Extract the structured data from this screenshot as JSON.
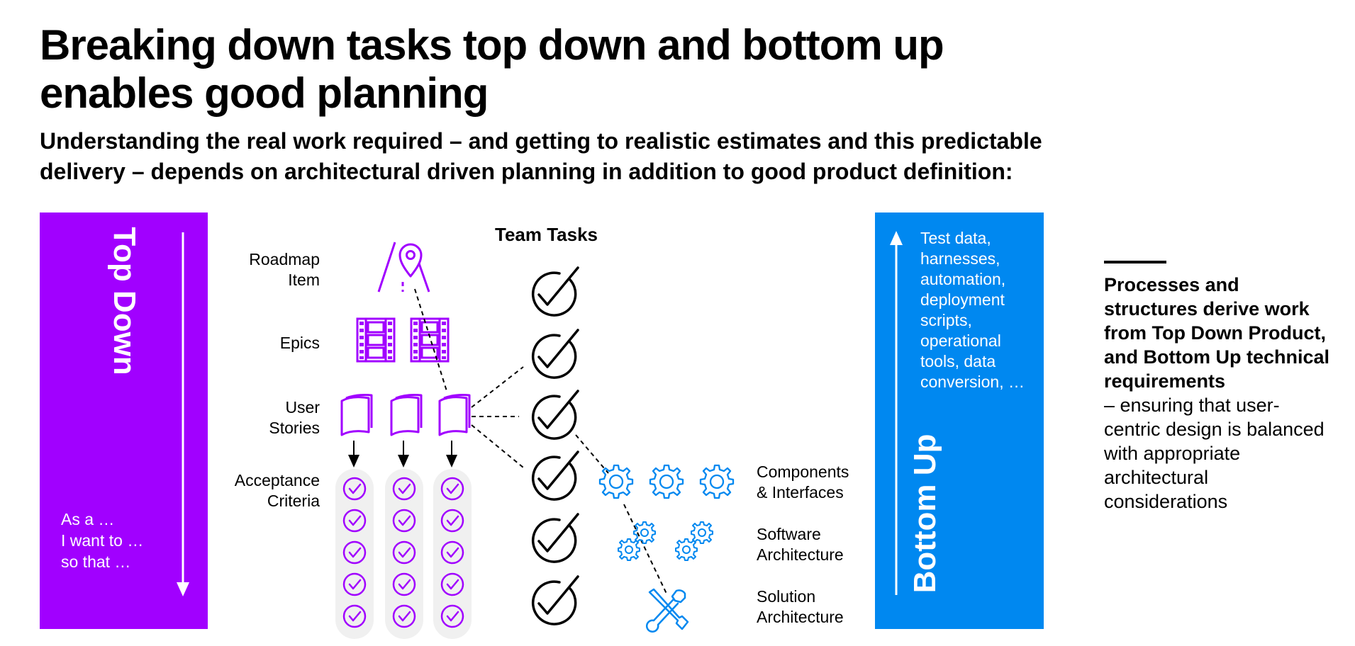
{
  "header": {
    "title_line1": "Breaking down tasks top down and bottom up",
    "title_line2": "enables good planning",
    "subtitle_line1": "Understanding the real work required – and getting to realistic estimates and this predictable",
    "subtitle_line2": "delivery – depends on architectural driven planning in addition to good product definition:"
  },
  "top_down": {
    "label": "Top Down",
    "color": "#a100ff",
    "story_lines": [
      "As a …",
      "I want to …",
      "so that …"
    ]
  },
  "bottom_up": {
    "label": "Bottom Up",
    "color": "#0088f0",
    "items": [
      "Test data,",
      "harnesses,",
      "automation,",
      "deployment",
      "scripts,",
      "operational",
      "tools, data",
      "conversion, …"
    ]
  },
  "left_labels": {
    "roadmap": [
      "Roadmap",
      "Item"
    ],
    "epics": [
      "Epics"
    ],
    "user_stories": [
      "User",
      "Stories"
    ],
    "acceptance": [
      "Acceptance",
      "Criteria"
    ]
  },
  "team_tasks": {
    "title": "Team Tasks"
  },
  "right_labels": {
    "components": [
      "Components",
      "& Interfaces"
    ],
    "software": [
      "Software",
      "Architecture"
    ],
    "solution": [
      "Solution",
      "Architecture"
    ]
  },
  "summary": {
    "bold_text": "Processes and structures derive work from Top Down Product, and Bottom Up technical requirements",
    "normal_text": "– ensuring that user-centric design is balanced with appropriate architectural considerations"
  },
  "icons": {
    "roadmap": "map-pin-road-icon",
    "epic": "film-strip-icon",
    "story": "book-icon",
    "criteria": "check-circle-icon",
    "task": "checkmark-circle-icon",
    "component": "gear-icon",
    "software": "gears-icon",
    "solution": "wrench-screwdriver-icon"
  }
}
